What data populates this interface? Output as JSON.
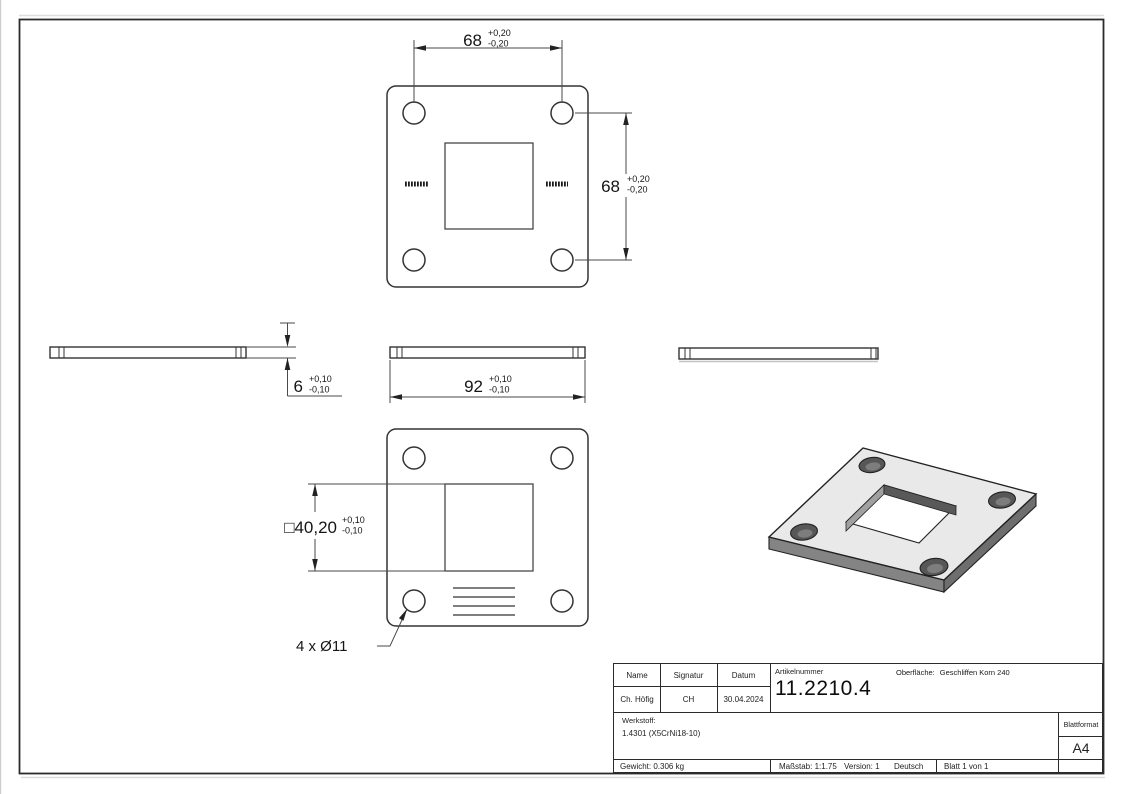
{
  "dimensions": {
    "hole_spacing_h": {
      "value": "68",
      "tol_plus": "+0,20",
      "tol_minus": "-0,20"
    },
    "hole_spacing_v": {
      "value": "68",
      "tol_plus": "+0,20",
      "tol_minus": "-0,20"
    },
    "thickness": {
      "value": "6",
      "tol_plus": "+0,10",
      "tol_minus": "-0,10"
    },
    "plate_width": {
      "value": "92",
      "tol_plus": "+0,10",
      "tol_minus": "-0,10"
    },
    "square_hole": {
      "value": "□40,20",
      "tol_plus": "+0,10",
      "tol_minus": "-0,10"
    },
    "holes": {
      "label": "4 x Ø11"
    }
  },
  "title_block": {
    "headers": {
      "name": "Name",
      "signature": "Signatur",
      "date": "Datum"
    },
    "values": {
      "name": "Ch. Höfig",
      "signature": "CH",
      "date": "30.04.2024"
    },
    "article": {
      "label": "Artikelnummer",
      "number": "11.2210.4"
    },
    "surface": {
      "label": "Oberfläche:",
      "value": "Geschliffen Korn 240"
    },
    "material": {
      "label": "Werkstoff:",
      "value": "1.4301 (X5CrNi18-10)"
    },
    "sheet_format": {
      "label": "Blattformat",
      "value": "A4"
    },
    "footer": {
      "weight": "Gewicht: 0.306 kg",
      "scale": "Maßstab: 1:1.75",
      "version": "Version: 1",
      "language": "Deutsch",
      "sheet": "Blatt 1 von 1"
    }
  },
  "colors": {
    "line": "#2f2f2f",
    "iso_top": "#e9e9e9",
    "iso_side_left": "#848484",
    "iso_side_right": "#6e6e6e",
    "iso_wall_light": "#a0a0a0",
    "iso_wall_dark": "#595959",
    "iso_hole": "#575757"
  }
}
